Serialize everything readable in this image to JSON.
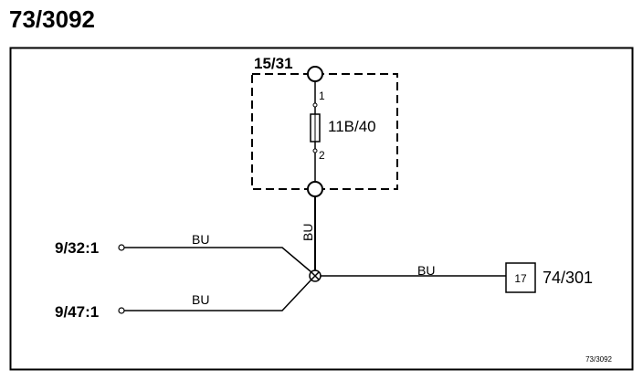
{
  "title": "73/3092",
  "footer_ref": "73/3092",
  "box_ref": "15/31",
  "fuse": {
    "label": "11B/40",
    "pin_top": "1",
    "pin_bottom": "2"
  },
  "wires": {
    "vertical_color": "BU",
    "top_left_color": "BU",
    "bottom_left_color": "BU",
    "right_color": "BU"
  },
  "connectors": {
    "top_left": "9/32:1",
    "bottom_left": "9/47:1",
    "right_box_number": "17",
    "right_ref": "74/301"
  }
}
